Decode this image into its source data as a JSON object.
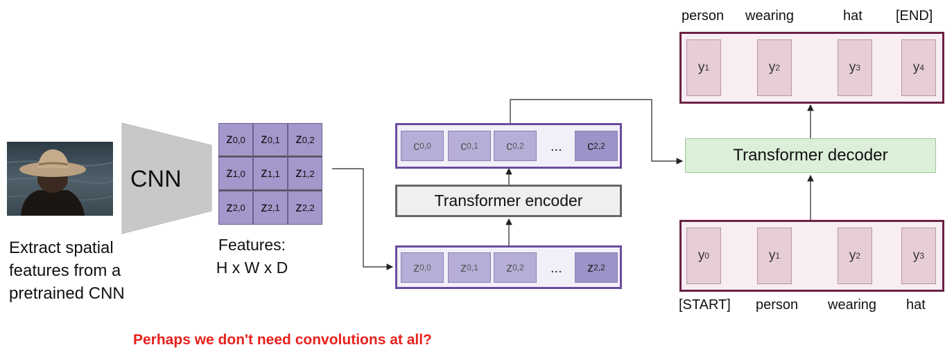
{
  "image": {
    "description_icon": "photo-icon"
  },
  "cnn": {
    "label": "CNN"
  },
  "caption": {
    "lines": [
      "Extract spatial",
      "features from a",
      "pretrained CNN"
    ]
  },
  "features": {
    "cells": [
      [
        "z",
        "0,0"
      ],
      [
        "z",
        "0,1"
      ],
      [
        "z",
        "0,2"
      ],
      [
        "z",
        "1,0"
      ],
      [
        "z",
        "1,1"
      ],
      [
        "z",
        "1,2"
      ],
      [
        "z",
        "2,0"
      ],
      [
        "z",
        "2,1"
      ],
      [
        "z",
        "2,2"
      ]
    ],
    "label_line1": "Features:",
    "label_line2": "H x W x D"
  },
  "encoder_input": {
    "tokens": [
      [
        "z",
        "0,0"
      ],
      [
        "z",
        "0,1"
      ],
      [
        "z",
        "0,2"
      ],
      [
        "z",
        "2,2"
      ]
    ],
    "ellipsis": "..."
  },
  "encoder": {
    "label": "Transformer encoder"
  },
  "encoder_output": {
    "tokens": [
      [
        "c",
        "0,0"
      ],
      [
        "c",
        "0,1"
      ],
      [
        "c",
        "0,2"
      ],
      [
        "c",
        "2,2"
      ]
    ],
    "ellipsis": "..."
  },
  "decoder": {
    "label": "Transformer decoder"
  },
  "decoder_output": {
    "tokens": [
      [
        "y",
        "1"
      ],
      [
        "y",
        "2"
      ],
      [
        "y",
        "3"
      ],
      [
        "y",
        "4"
      ]
    ],
    "words": [
      "person",
      "wearing",
      "hat",
      "[END]"
    ]
  },
  "decoder_input": {
    "tokens": [
      [
        "y",
        "0"
      ],
      [
        "y",
        "1"
      ],
      [
        "y",
        "2"
      ],
      [
        "y",
        "3"
      ]
    ],
    "words": [
      "[START]",
      "person",
      "wearing",
      "hat"
    ]
  },
  "question": "Perhaps we don't need convolutions at all?",
  "colors": {
    "accent_red": "#e8201c",
    "purple_border": "#6a4c9f",
    "maroon_border": "#6b2143"
  }
}
